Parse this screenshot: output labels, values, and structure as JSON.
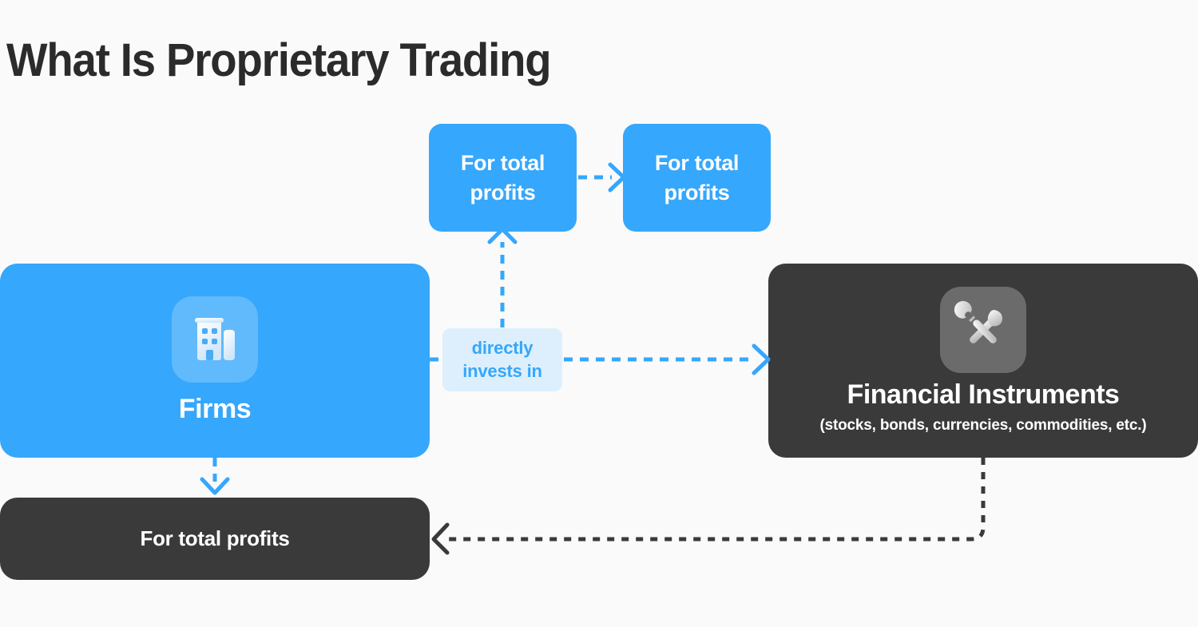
{
  "page": {
    "title": "What Is Proprietary Trading",
    "background_color": "#fafafa"
  },
  "colors": {
    "accent_blue": "#35a7fc",
    "dark_gray": "#3a3a3a",
    "label_bg_light_blue": "#ddeffd",
    "title_color": "#2b2b2b",
    "icon_tile_gray": "#6b6b6b",
    "node_text": "#ffffff"
  },
  "nodes": {
    "profits_top_left": {
      "label": "For total profits",
      "style": "blue"
    },
    "profits_top_right": {
      "label": "For total profits",
      "style": "blue"
    },
    "firms": {
      "label": "Firms",
      "icon": "office-building-icon",
      "style": "blue"
    },
    "instruments": {
      "label": "Financial Instruments",
      "sublabel": "(stocks, bonds, currencies, commodities, etc.)",
      "icon": "tools-wrench-screwdriver-icon",
      "style": "dark"
    },
    "profits_bottom": {
      "label": "For total profits",
      "style": "dark"
    }
  },
  "edges": {
    "invests": {
      "label": "directly invests in",
      "color": "#35a7fc",
      "style": "dashed"
    },
    "top_left_to_top_right": {
      "color": "#35a7fc",
      "style": "dashed"
    },
    "label_up_to_top_left": {
      "color": "#35a7fc",
      "style": "dashed"
    },
    "firms_down_to_profits_bottom": {
      "color": "#35a7fc",
      "style": "dashed"
    },
    "instruments_to_profits_bottom": {
      "color": "#3a3a3a",
      "style": "dashed"
    }
  }
}
